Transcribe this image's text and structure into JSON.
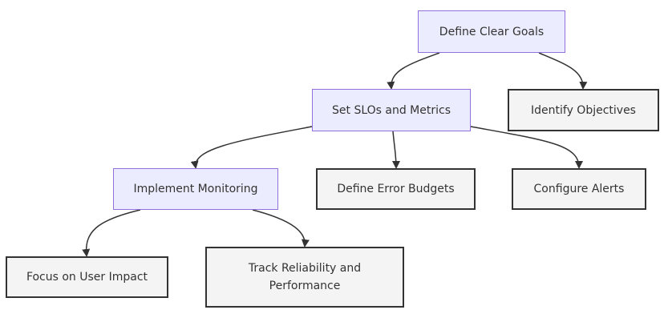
{
  "nodes": {
    "define_goals": "Define Clear Goals",
    "identify_objectives": "Identify Objectives",
    "set_slos": "Set SLOs and Metrics",
    "implement_monitoring": "Implement Monitoring",
    "define_error_budgets": "Define Error Budgets",
    "configure_alerts": "Configure Alerts",
    "focus_user_impact": "Focus on User Impact",
    "track_reliability": "Track Reliability and Performance"
  },
  "colors": {
    "primary_fill": "#ECECFF",
    "primary_border": "#9370DB",
    "leaf_fill": "#f4f4f4",
    "leaf_border": "#333333",
    "edge": "#333333",
    "text": "#333333"
  }
}
